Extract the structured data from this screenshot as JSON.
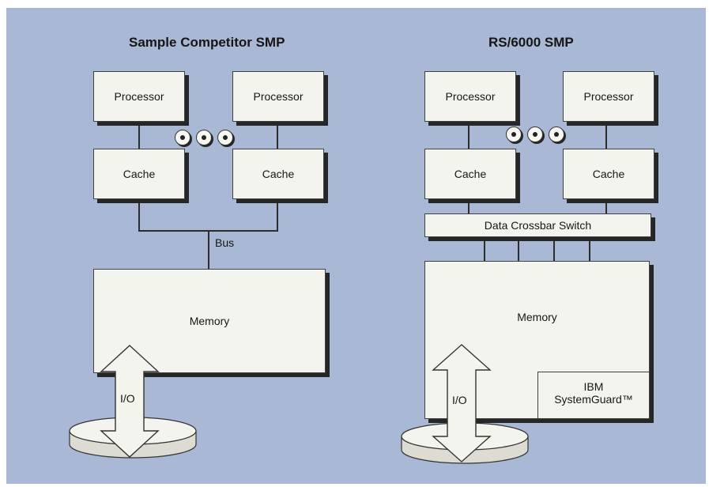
{
  "left_diagram": {
    "title": "Sample Competitor SMP",
    "processor_left": "Processor",
    "processor_right": "Processor",
    "cache_left": "Cache",
    "cache_right": "Cache",
    "bus_label": "Bus",
    "memory_label": "Memory",
    "io_label": "I/O"
  },
  "right_diagram": {
    "title": "RS/6000 SMP",
    "processor_left": "Processor",
    "processor_right": "Processor",
    "cache_left": "Cache",
    "cache_right": "Cache",
    "crossbar_label": "Data Crossbar Switch",
    "memory_label": "Memory",
    "io_label": "I/O",
    "systemguard_line1": "IBM",
    "systemguard_line2": "SystemGuard™"
  },
  "colors": {
    "background_panel": "#a9b8d4",
    "box_fill": "#f4f4ee",
    "shadow": "#262626"
  }
}
